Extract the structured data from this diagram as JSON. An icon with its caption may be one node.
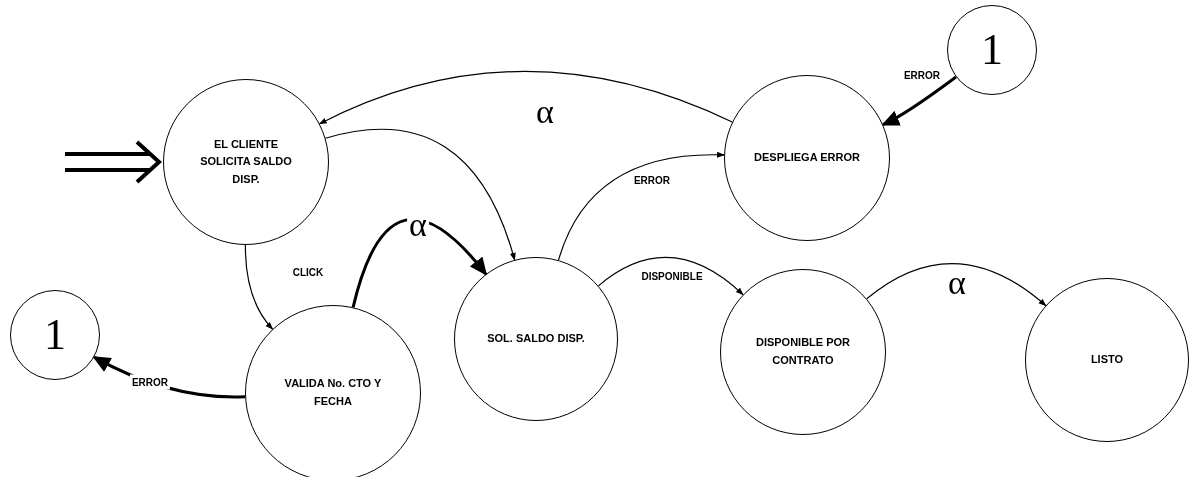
{
  "diagram": {
    "nodes": [
      {
        "text": [
          "EL CLIENTE SOLICITA SALDO DISP."
        ]
      },
      {
        "text": [
          "DESPLIEGA ERROR"
        ]
      },
      {
        "text": [
          "1"
        ]
      },
      {
        "text": [
          "VALIDA No. CTO Y FECHA"
        ]
      },
      {
        "text": [
          "SOL. SALDO DISP."
        ]
      },
      {
        "text": [
          "1"
        ]
      },
      {
        "text": [
          "DISPONIBLE POR CONTRATO"
        ]
      },
      {
        "text": [
          "LISTO"
        ]
      }
    ],
    "edges": [
      {
        "from": null,
        "to": 0,
        "arrow": "to",
        "style": "thick"
      },
      {
        "from": 1,
        "to": 0,
        "arrow": "to",
        "label": "α"
      },
      {
        "from": 0,
        "to": 4,
        "arrow": "to"
      },
      {
        "from": 4,
        "to": 1,
        "arrow": "to",
        "label": "ERROR"
      },
      {
        "from": 2,
        "to": 1,
        "arrow": "to",
        "label": "ERROR",
        "style": "thick"
      },
      {
        "from": 0,
        "to": 3,
        "arrow": "to",
        "label": "CLICK"
      },
      {
        "from": 3,
        "to": 4,
        "arrow": "to",
        "label": "α",
        "style": "thick"
      },
      {
        "from": 3,
        "to": 5,
        "arrow": "to",
        "label": "ERROR",
        "style": "thick"
      },
      {
        "from": 4,
        "to": 6,
        "arrow": "to",
        "label": "DISPONIBLE"
      },
      {
        "from": 6,
        "to": 7,
        "arrow": "to",
        "label": "α"
      }
    ]
  }
}
